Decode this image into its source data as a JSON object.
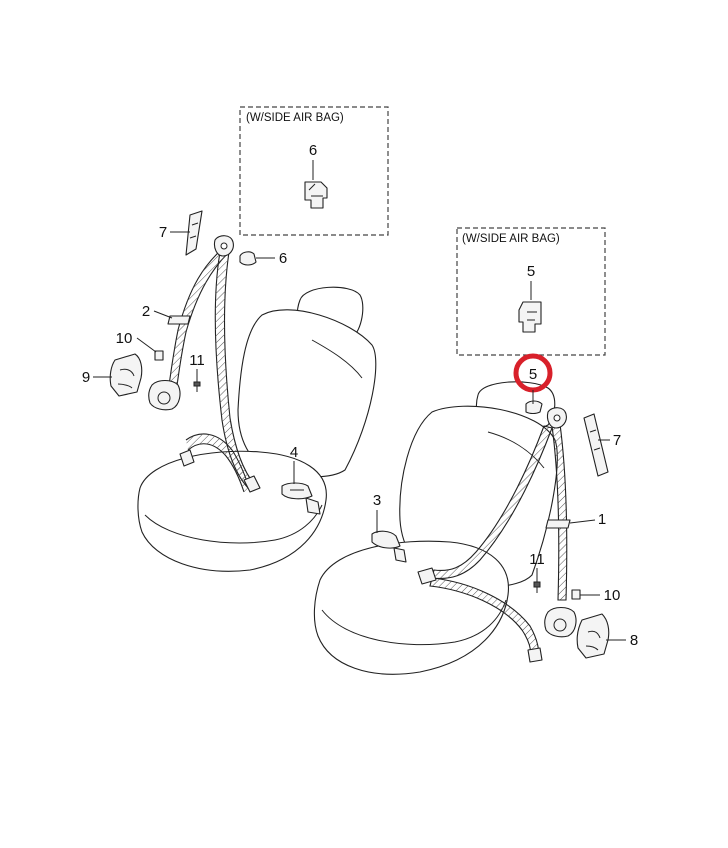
{
  "insets": [
    {
      "title": "(W/SIDE AIR BAG)",
      "part_number": "6"
    },
    {
      "title": "(W/SIDE AIR BAG)",
      "part_number": "5"
    }
  ],
  "callouts": {
    "left_7": "7",
    "left_6": "6",
    "left_2": "2",
    "left_10": "10",
    "left_11": "11",
    "left_9": "9",
    "left_4": "4",
    "right_5": "5",
    "right_7": "7",
    "right_1": "1",
    "right_3": "3",
    "right_11": "11",
    "right_10": "10",
    "right_8": "8"
  },
  "highlight": {
    "part_number": "5",
    "color": "#d8202a"
  }
}
